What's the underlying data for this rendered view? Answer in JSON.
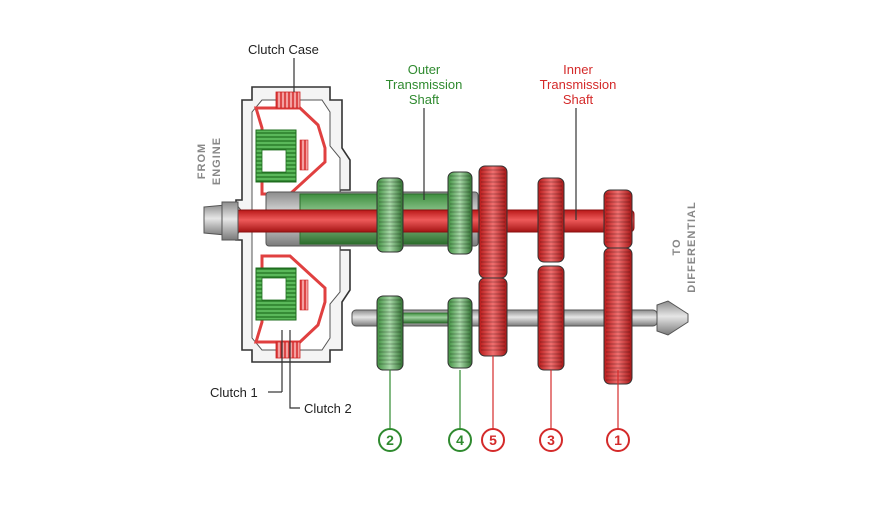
{
  "labels": {
    "clutch_case": "Clutch Case",
    "outer_shaft": [
      "Outer",
      "Transmission",
      "Shaft"
    ],
    "inner_shaft": [
      "Inner",
      "Transmission",
      "Shaft"
    ],
    "from_engine": [
      "FROM",
      "ENGINE"
    ],
    "to_differential": [
      "TO",
      "DIFFERENTIAL"
    ],
    "clutch_1": "Clutch 1",
    "clutch_2": "Clutch 2"
  },
  "gears": [
    {
      "number": "2",
      "group": "outer"
    },
    {
      "number": "4",
      "group": "outer"
    },
    {
      "number": "5",
      "group": "inner"
    },
    {
      "number": "3",
      "group": "inner"
    },
    {
      "number": "1",
      "group": "inner"
    }
  ],
  "colors": {
    "outer": "#2f8a2f",
    "inner": "#d42a2a",
    "steel": "#a8a8a8",
    "outline": "#333333"
  }
}
